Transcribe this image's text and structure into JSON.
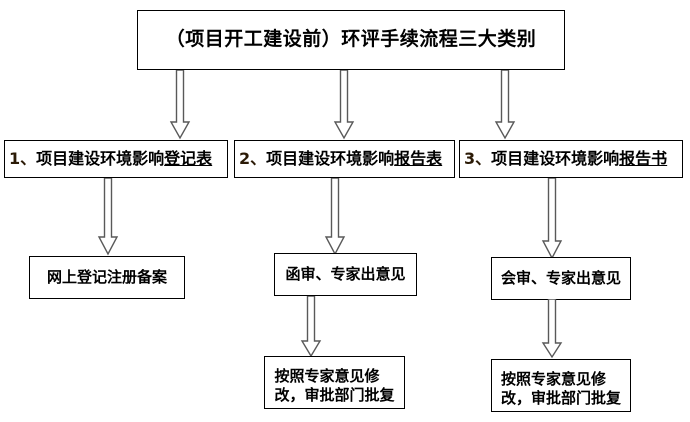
{
  "diagram": {
    "title_node": {
      "text": "（项目开工建设前）环评手续流程三大类别"
    },
    "categories": [
      {
        "num": "1、",
        "label": "项目建设环境影响",
        "emphasis": "登记表"
      },
      {
        "num": "2、",
        "label": "项目建设环境影响",
        "emphasis": "报告表"
      },
      {
        "num": "3、",
        "label": "项目建设环境影响",
        "emphasis": "报告书"
      }
    ],
    "steps": {
      "col1_step1": "网上登记注册备案",
      "col2_step1": "函审、专家出意见",
      "col2_step2_line1": "按照专家意见修",
      "col2_step2_line2": "改，审批部门批复",
      "col3_step1": "会审、专家出意见",
      "col3_step2_line1": "按照专家意见修",
      "col3_step2_line2": "改，审批部门批复"
    },
    "colors": {
      "stroke": "#000000",
      "arrow_outline": "#595959",
      "background": "#ffffff",
      "number_color": "#2b1a06"
    }
  }
}
